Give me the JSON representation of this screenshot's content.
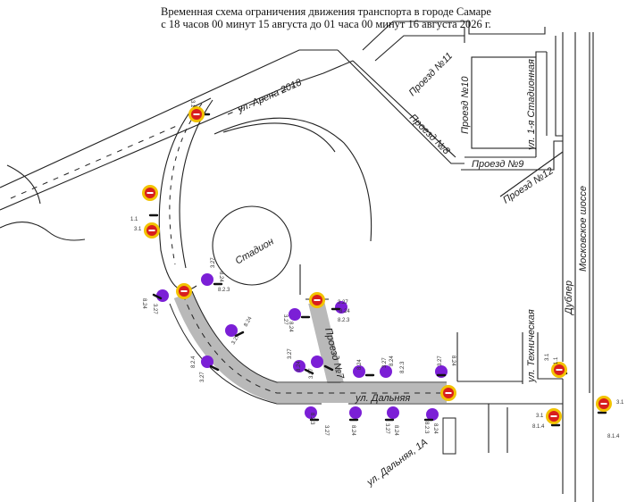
{
  "title": {
    "line1": "Временная схема ограничения движения транспорта в городе Самаре",
    "line2": "с 18 часов 00 минут  15 августа до 01 часа 00 минут 16 августа 2026 г."
  },
  "streets": {
    "arena": "ул. Арена 2018",
    "proezd11": "Проезд №11",
    "proezd10": "Проезд №10",
    "proezd8": "Проезд №8",
    "proezd9": "Проезд №9",
    "stadionnaya": "ул. 1-я Стадионная",
    "proezd12": "Проезд №12",
    "moskovskoe": "Московское шоссе",
    "dubler": "Дублер",
    "stadion": "Стадион",
    "proezd7": "Проезд №7",
    "dalnyaya": "ул. Дальняя",
    "tehnicheskaya": "ул. Техническая",
    "dalnyaya1a": "ул. Дальняя, 1А"
  },
  "sign_codes": {
    "s31": "3.1",
    "s11": "1.1",
    "s327": "3.27",
    "s824": "8.24",
    "s823": "8.2.3",
    "s824b": "8.2.4",
    "s814": "8.1.4"
  },
  "colors": {
    "closed_road": "#c8c8c8",
    "no_entry_red": "#d81e1e",
    "sign_halo": "#f2c200",
    "tow_zone": "#7b1fd6"
  }
}
